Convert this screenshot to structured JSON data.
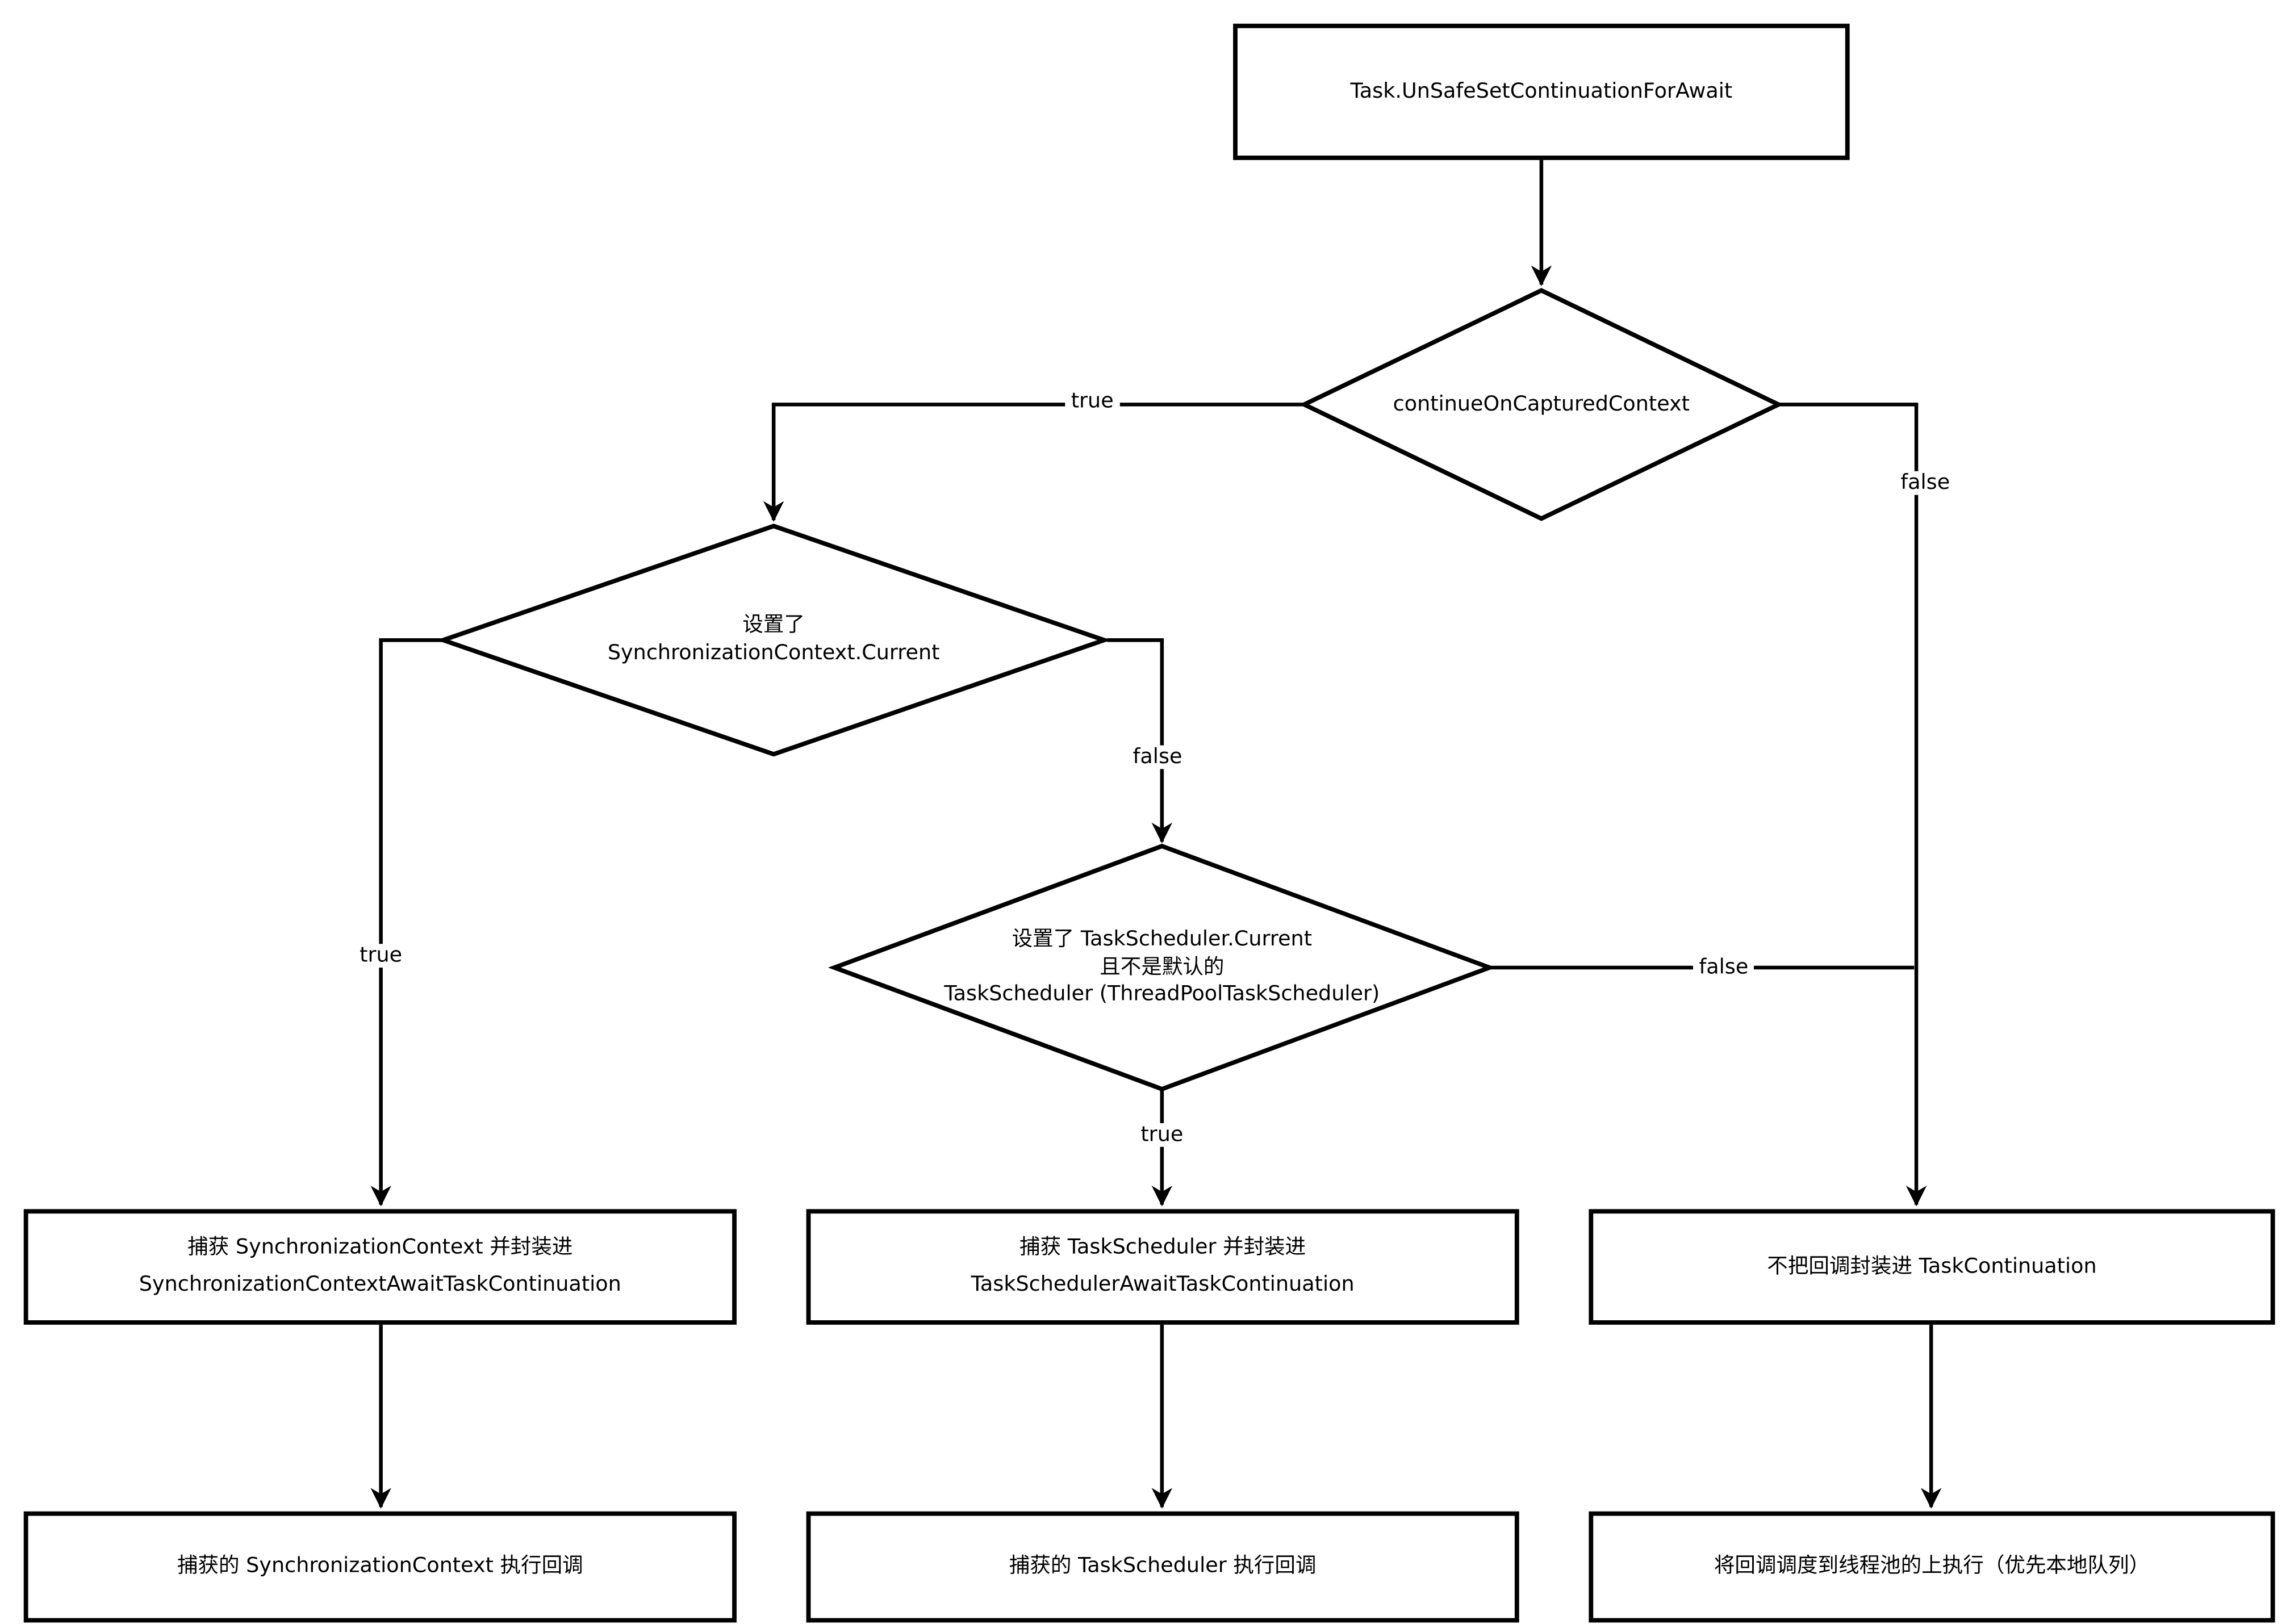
{
  "page": {
    "background": "#ffffff",
    "ink": "#000000"
  },
  "diagram": {
    "nodes": {
      "start": {
        "text": "Task.UnSafeSetContinuationForAwait"
      },
      "cond_captured_context": {
        "text": "continueOnCapturedContext"
      },
      "cond_sync_context": {
        "lines": [
          "设置了",
          "SynchronizationContext.Current"
        ]
      },
      "cond_task_scheduler": {
        "lines": [
          "设置了 TaskScheduler.Current",
          "且不是默认的",
          "TaskScheduler (ThreadPoolTaskScheduler)"
        ]
      },
      "capture_sync_context": {
        "lines": [
          "捕获 SynchronizationContext 并封装进",
          "SynchronizationContextAwaitTaskContinuation"
        ]
      },
      "capture_task_scheduler": {
        "lines": [
          "捕获 TaskScheduler 并封装进",
          "TaskSchedulerAwaitTaskContinuation"
        ]
      },
      "no_task_continuation": {
        "text": "不把回调封装进 TaskContinuation"
      },
      "run_on_sync_context": {
        "text": "捕获的 SynchronizationContext 执行回调"
      },
      "run_on_task_scheduler": {
        "text": "捕获的 TaskScheduler 执行回调"
      },
      "schedule_thread_pool": {
        "text": "将回调调度到线程池的上执行（优先本地队列）"
      }
    },
    "edge_labels": {
      "captured_true": "true",
      "captured_false": "false",
      "sync_true": "true",
      "sync_false": "false",
      "scheduler_true": "true",
      "scheduler_false": "false"
    }
  }
}
